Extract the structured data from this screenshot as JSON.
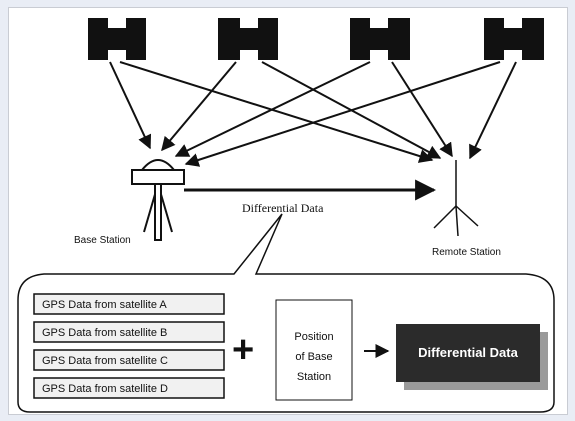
{
  "satellites": [
    {
      "id": "sat-1"
    },
    {
      "id": "sat-2"
    },
    {
      "id": "sat-3"
    },
    {
      "id": "sat-4"
    }
  ],
  "base_station_label": "Base Station",
  "remote_station_label": "Remote Station",
  "differential_link_label": "Differential Data",
  "gps_rows": [
    "GPS Data from satellite A",
    "GPS Data from satellite B",
    "GPS Data from satellite C",
    "GPS Data from satellite D"
  ],
  "plus_symbol": "+",
  "position_box_lines": [
    "Position",
    "of Base",
    "Station"
  ],
  "result_box_label": "Differential Data",
  "colors": {
    "background": "#e9edf5",
    "panel": "#ffffff",
    "ink": "#111111",
    "result_fill": "#2b2b2b",
    "result_shadow": "#9a9a9a",
    "row_fill": "#f1f1f1"
  }
}
